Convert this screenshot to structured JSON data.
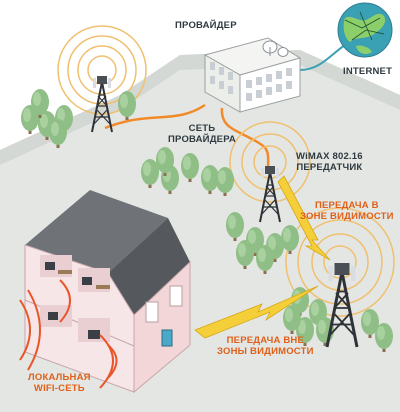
{
  "labels": {
    "provider": "ПРОВАЙДЕР",
    "internet": "INTERNET",
    "provider_network_line1": "СЕТЬ",
    "provider_network_line2": "ПРОВАЙДЕРА",
    "wimax_line1": "WiMAX 802.16",
    "wimax_line2": "ПЕРЕДАТЧИК",
    "los_line1": "Передача в",
    "los_line2": "зоне видимости",
    "nlos_line1": "Передача вне",
    "nlos_line2": "зоны видимости",
    "wifi_line1": "ЛОКАЛЬНАЯ",
    "wifi_line2": "WIFI-СЕТЬ"
  },
  "colors": {
    "ground": "#e3e6e3",
    "cable": "#f28a2a",
    "signal": "#f4cf3a",
    "waves": "#e8562a",
    "house_wall": "#f3d6d8",
    "roof": "#6f7378",
    "tree": "#8fbf86",
    "globe": "#3aa0b4",
    "label_dark": "#2f3a40",
    "label_orange": "#e0601a"
  },
  "icons": [
    "globe-icon",
    "satellite-dish-icon",
    "cell-tower-icon",
    "tree-icon",
    "house-icon",
    "lightning-bolt-icon",
    "computer-icon"
  ]
}
